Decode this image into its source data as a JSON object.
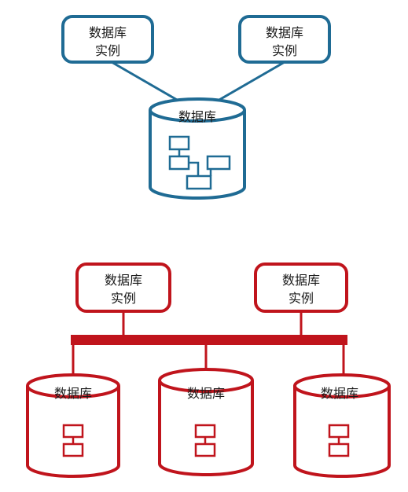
{
  "colors": {
    "blue": "#1f6b94",
    "red": "#c0141c"
  },
  "top_diagram": {
    "instances": [
      {
        "line1": "数据库",
        "line2": "实例"
      },
      {
        "line1": "数据库",
        "line2": "实例"
      }
    ],
    "database": {
      "label": "数据库"
    }
  },
  "bottom_diagram": {
    "instances": [
      {
        "line1": "数据库",
        "line2": "实例"
      },
      {
        "line1": "数据库",
        "line2": "实例"
      }
    ],
    "databases": [
      {
        "label": "数据库"
      },
      {
        "label": "数据库"
      },
      {
        "label": "数据库"
      }
    ]
  }
}
